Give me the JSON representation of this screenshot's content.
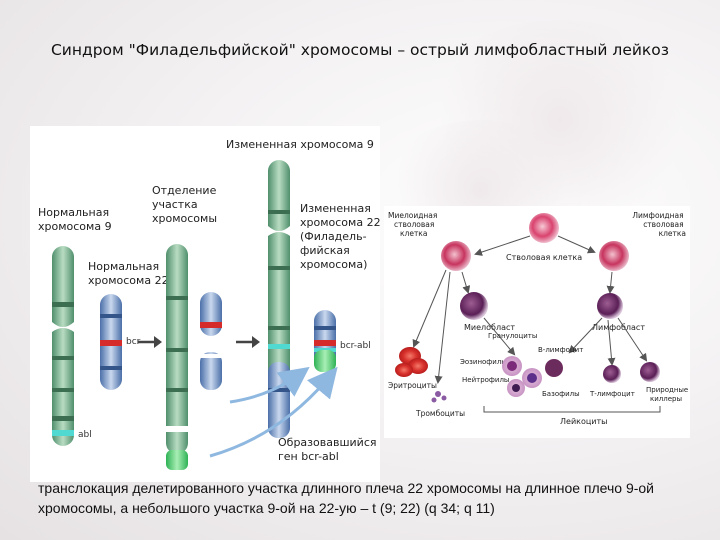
{
  "title": "Синдром \"Филадельфийской\" хромосомы – острый лимфобластный лейкоз",
  "caption": "транслокация делетированного участка длинного плеча 22 хромосомы на длинное плечо 9-ой хромосомы, а небольшого участка 9-ой на 22-ую – t (9; 22) (q 34; q 11)",
  "left_panel": {
    "label_changed_9": "Измененная хромосома 9",
    "label_normal_9": [
      "Нормальная",
      "хромосома 9"
    ],
    "label_separation": [
      "Отделение",
      "участка",
      "хромосомы"
    ],
    "label_normal_22": [
      "Нормальная",
      "хромосома 22"
    ],
    "label_changed_22": [
      "Измененная",
      "хромосома 22",
      "(Филадель-",
      "фийская",
      "хромосома)"
    ],
    "label_formed": [
      "Образовавшийся",
      "ген bcr-abl"
    ],
    "gene_bcr": "bcr",
    "gene_abl": "abl",
    "gene_bcr_abl": "bcr-abl"
  },
  "right_panel": {
    "myeloid_stem": [
      "Миелоидная",
      "стволовая",
      "клетка"
    ],
    "stem_cell": "Стволовая клетка",
    "lymphoid_stem": [
      "Лимфоидная",
      "стволовая",
      "клетка"
    ],
    "myeloblast": "Миелобласт",
    "lymphoblast": "Лимфобласт",
    "granulocytes": "Гранулоциты",
    "eosinophils": "Эозинофилы",
    "b_lymphocyte": "В-лимфоцит",
    "erythrocytes": "Эритроциты",
    "neutrophils": "Нейтрофилы",
    "basophils": "Базофилы",
    "t_lymphocyte": "Т-лимфоцит",
    "natural_killers": [
      "Природные",
      "киллеры"
    ],
    "platelets": "Тромбоциты",
    "leukocytes": "Лейкоциты"
  }
}
